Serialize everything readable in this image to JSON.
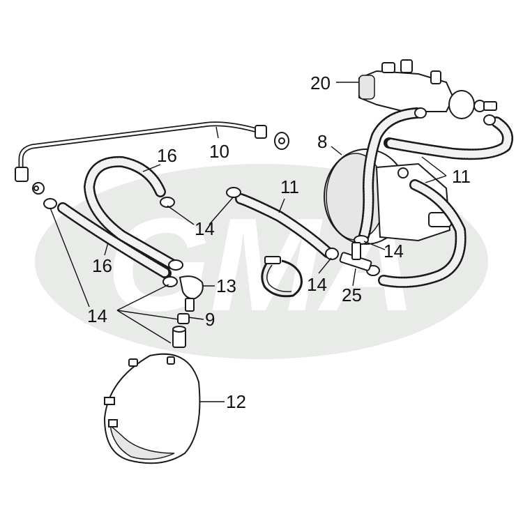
{
  "watermark": {
    "text": "GMA",
    "color": "#e8ebe8"
  },
  "callouts": [
    {
      "id": "20",
      "text": "20"
    },
    {
      "id": "8",
      "text": "8"
    },
    {
      "id": "10",
      "text": "10"
    },
    {
      "id": "16a",
      "text": "16"
    },
    {
      "id": "11a",
      "text": "11"
    },
    {
      "id": "11b",
      "text": "11"
    },
    {
      "id": "14a",
      "text": "14"
    },
    {
      "id": "14b",
      "text": "14"
    },
    {
      "id": "14c",
      "text": "14"
    },
    {
      "id": "16b",
      "text": "16"
    },
    {
      "id": "13",
      "text": "13"
    },
    {
      "id": "9",
      "text": "9"
    },
    {
      "id": "14d",
      "text": "14"
    },
    {
      "id": "25",
      "text": "25"
    },
    {
      "id": "12",
      "text": "12"
    }
  ]
}
